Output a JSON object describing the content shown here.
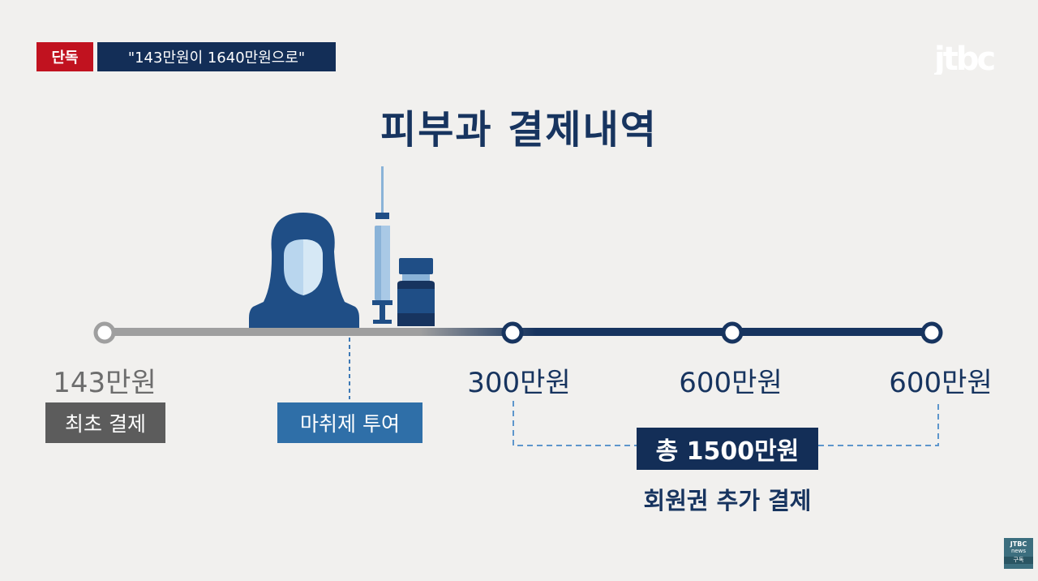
{
  "header": {
    "tag_exclusive": "단독",
    "headline": "\"143만원이 1640만원으로\"",
    "logo": "JTBC"
  },
  "title": "피부과 결제내역",
  "timeline": {
    "points": [
      {
        "amount": "143만원",
        "label": "최초 결제"
      },
      {
        "amount": "300만원"
      },
      {
        "amount": "600만원"
      },
      {
        "amount": "600만원"
      }
    ],
    "event_label": "마취제 투여",
    "total": "총 1500만원",
    "total_label": "회원권 추가 결제"
  },
  "colors": {
    "navy": "#132e57",
    "gray": "#9d9d9d",
    "red": "#c1121f",
    "blue_box": "#2f6fa8",
    "dark_gray_box": "#5c5c5c"
  },
  "icons": [
    "woman-icon",
    "syringe-icon",
    "vial-icon"
  ],
  "badge": {
    "line1": "JTBC",
    "line2": "news",
    "line3": "구독"
  }
}
